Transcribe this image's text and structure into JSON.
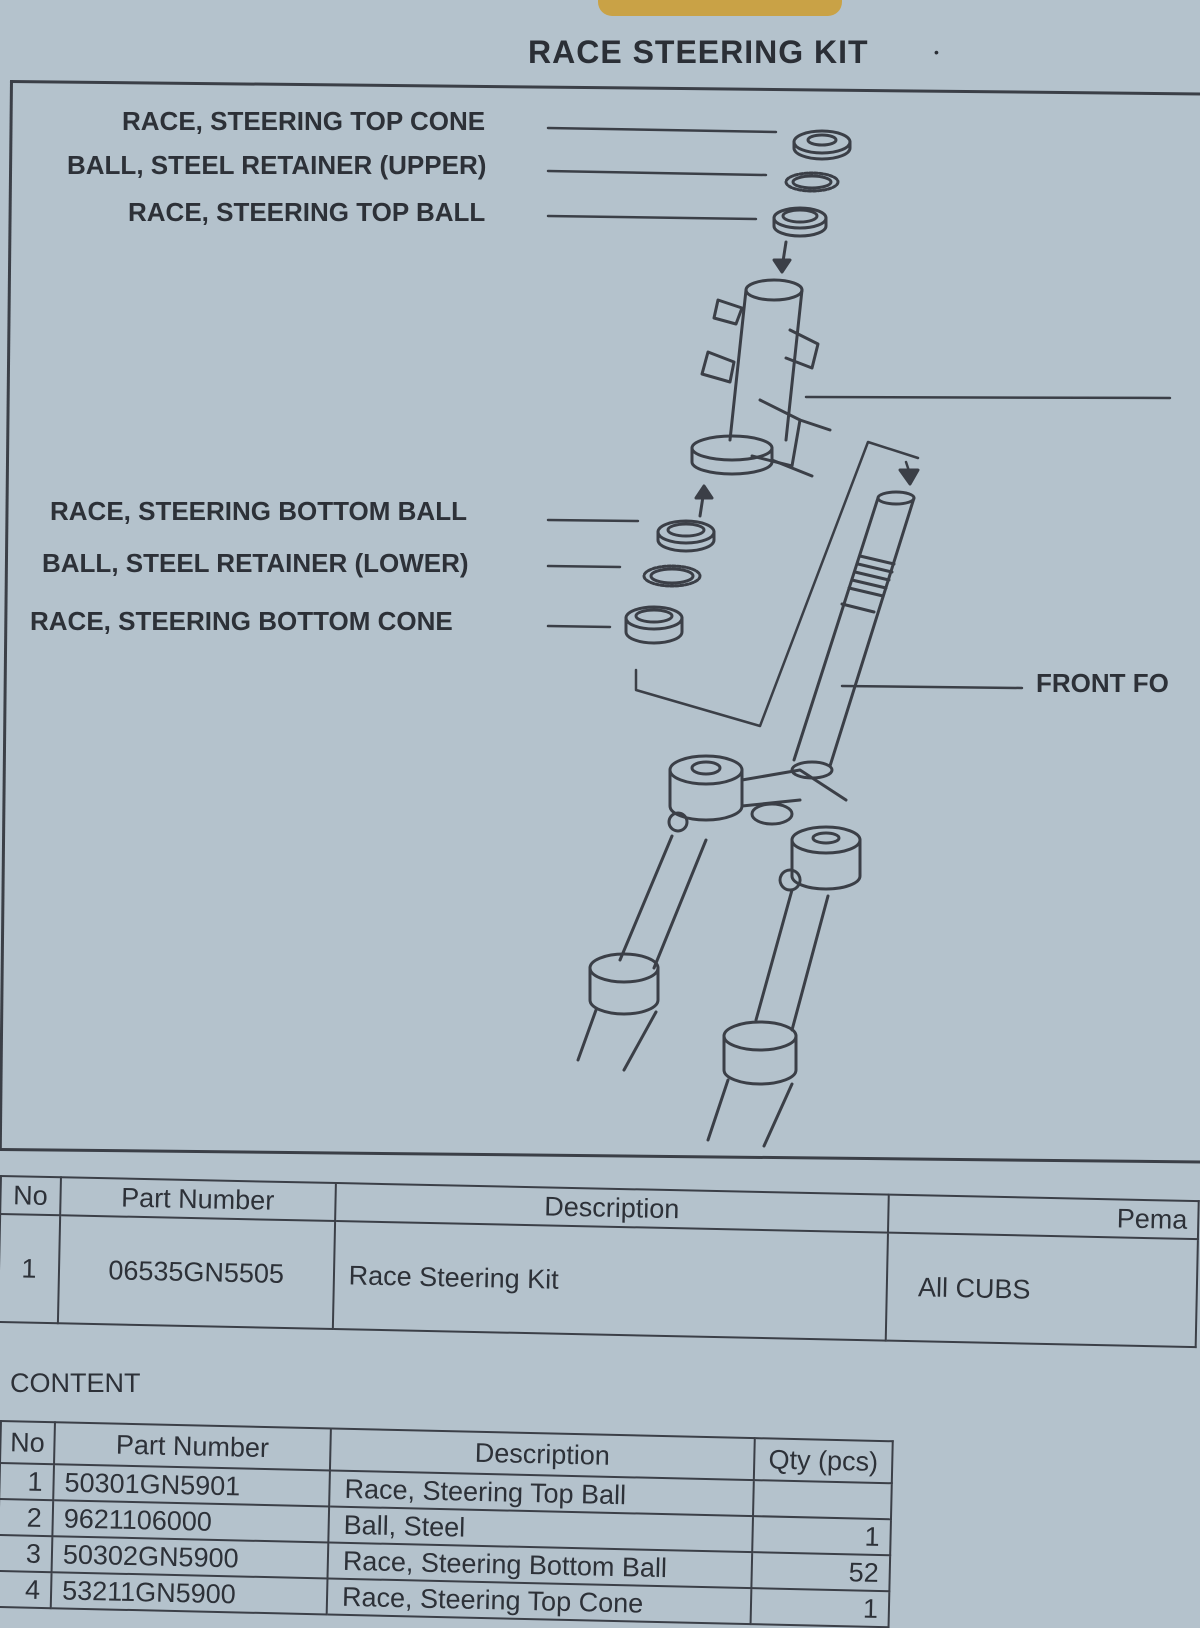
{
  "title": "RACE STEERING KIT",
  "diagram": {
    "labels": {
      "top_cone": "RACE, STEERING TOP CONE",
      "upper_retainer": "BALL, STEEL RETAINER (UPPER)",
      "top_ball": "RACE, STEERING TOP BALL",
      "bottom_ball": "RACE, STEERING BOTTOM BALL",
      "lower_retainer": "BALL, STEEL RETAINER (LOWER)",
      "bottom_cone": "RACE, STEERING BOTTOM CONE",
      "front_fork": "FRONT FO"
    }
  },
  "kit_table": {
    "headers": [
      "No",
      "Part Number",
      "Description",
      "Pema"
    ],
    "rows": [
      {
        "no": "1",
        "part": "06535GN5505",
        "desc": "Race Steering Kit",
        "remark": "All CUBS"
      }
    ]
  },
  "content": {
    "label": "CONTENT",
    "headers": [
      "No",
      "Part Number",
      "Description",
      "Qty (pcs)"
    ],
    "rows": [
      {
        "no": "1",
        "part": "50301GN5901",
        "desc": "Race, Steering Top Ball",
        "qty": ""
      },
      {
        "no": "2",
        "part": "9621106000",
        "desc": "Ball, Steel",
        "qty": "1"
      },
      {
        "no": "3",
        "part": "50302GN5900",
        "desc": "Race, Steering Bottom Ball",
        "qty": "52"
      },
      {
        "no": "4",
        "part": "53211GN5900",
        "desc": "Race, Steering Top Cone",
        "qty": "1"
      }
    ]
  },
  "colors": {
    "paper": "#b4c2cc",
    "ink": "#2d3138",
    "tab": "#c9a246"
  }
}
